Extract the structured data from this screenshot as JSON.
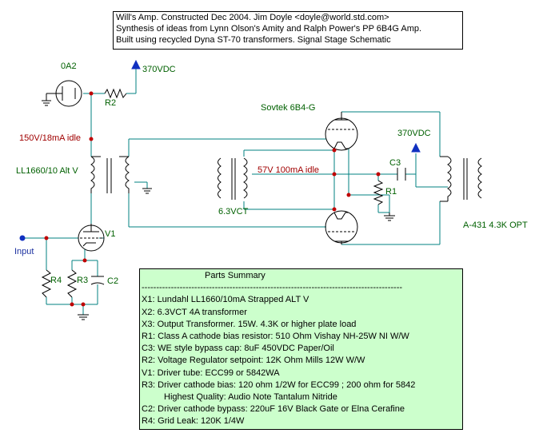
{
  "title_block": {
    "lines": [
      "Will's Amp. Constructed Dec 2004.  Jim Doyle <doyle@world.std.com>",
      "Synthesis of ideas from Lynn Olson's Amity and Ralph Power's PP 6B4G Amp.",
      " Built using recycled Dyna ST-70 transformers.   Signal Stage Schematic"
    ]
  },
  "labels": {
    "oa2": "0A2",
    "r2": "R2",
    "supply_370_top": "370VDC",
    "idle_150": "150V/18mA idle",
    "ll1660": "LL1660/10 Alt V",
    "sovtek": "Sovtek 6B4-G",
    "supply_370_right": "370VDC",
    "c3": "C3",
    "idle_57": "57V 100mA idle",
    "r1": "R1",
    "vct": "6.3VCT",
    "a431": "A-431 4.3K OPT",
    "v1": "V1",
    "input": "Input",
    "r4": "R4",
    "r3": "R3",
    "c2": "C2"
  },
  "parts_summary": {
    "heading": "Parts Summary",
    "rule": "-----------------------------------------------------------------------------------------",
    "items": [
      "X1: Lundahl LL1660/10mA Strapped ALT V",
      "X2: 6.3VCT 4A transformer",
      "X3: Output Transformer. 15W. 4.3K or higher plate load",
      "R1: Class A cathode bias resistor:  510 Ohm Vishay NH-25W NI W/W",
      "C3: WE style bypass cap: 8uF 450VDC Paper/Oil",
      "R2: Voltage Regulator setpoint: 12K Ohm Mills 12W W/W",
      "V1: Driver tube: ECC99 or 5842WA",
      "R3: Driver cathode bias: 120 ohm 1/2W for ECC99 ; 200 ohm for 5842",
      "Highest Quality: Audio Note Tantalum Nitride",
      "C2:  Driver cathode bypass: 220uF 16V   Black Gate or Elna Cerafine",
      "R4: Grid Leak: 120K 1/4W"
    ]
  },
  "colors": {
    "wire": "#008080",
    "node": "#c00000",
    "component": "#000000",
    "arrow": "#1030c0",
    "parts_bg": "#ccffcc"
  }
}
